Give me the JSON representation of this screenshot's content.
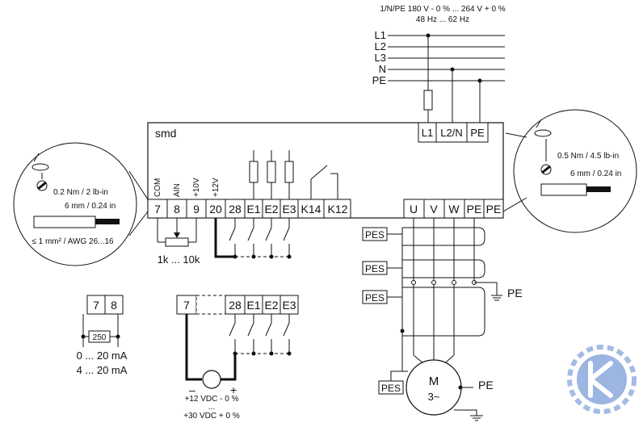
{
  "supply": {
    "spec_line1": "1/N/PE 180 V - 0 % ... 264 V + 0 %",
    "spec_line2": "48 Hz ... 62 Hz",
    "lines": [
      "L1",
      "L2",
      "L3",
      "N",
      "PE"
    ]
  },
  "drive": {
    "name": "smd",
    "mains_terminals": [
      "L1",
      "L2/N",
      "PE"
    ],
    "control_terminals": [
      "7",
      "8",
      "9",
      "20",
      "28",
      "E1",
      "E2",
      "E3",
      "K14",
      "K12"
    ],
    "motor_terminals": [
      "U",
      "V",
      "W",
      "PE",
      "PE"
    ],
    "terminal_labels": [
      "COM",
      "AIN",
      "+10V",
      "+12V"
    ]
  },
  "callout_left": {
    "torque": "0.2 Nm / 2 lb-in",
    "strip": "6 mm / 0.24 in",
    "wire": "≤ 1 mm² / AWG 26...16"
  },
  "callout_right": {
    "torque": "0.5 Nm / 4.5 lb-in",
    "strip": "6 mm / 0.24 in"
  },
  "pot_range": "1k ... 10k",
  "current_input": {
    "terminals": [
      "7",
      "8"
    ],
    "resistor": "250",
    "range1": "0 ... 20 mA",
    "range2": "4 ... 20 mA"
  },
  "external_supply": {
    "terminals": [
      "7",
      "28",
      "E1",
      "E2",
      "E3"
    ],
    "minus": "–",
    "plus": "+",
    "line1": "+12 VDC - 0 %",
    "line2": "...",
    "line3": "+30 VDC + 0 %"
  },
  "shield_label": "PES",
  "ground_label": "PE",
  "motor": {
    "label": "M",
    "phase": "3~",
    "pe": "PE"
  },
  "colors": {
    "line": "#111111",
    "logo": "#4a78c9"
  }
}
